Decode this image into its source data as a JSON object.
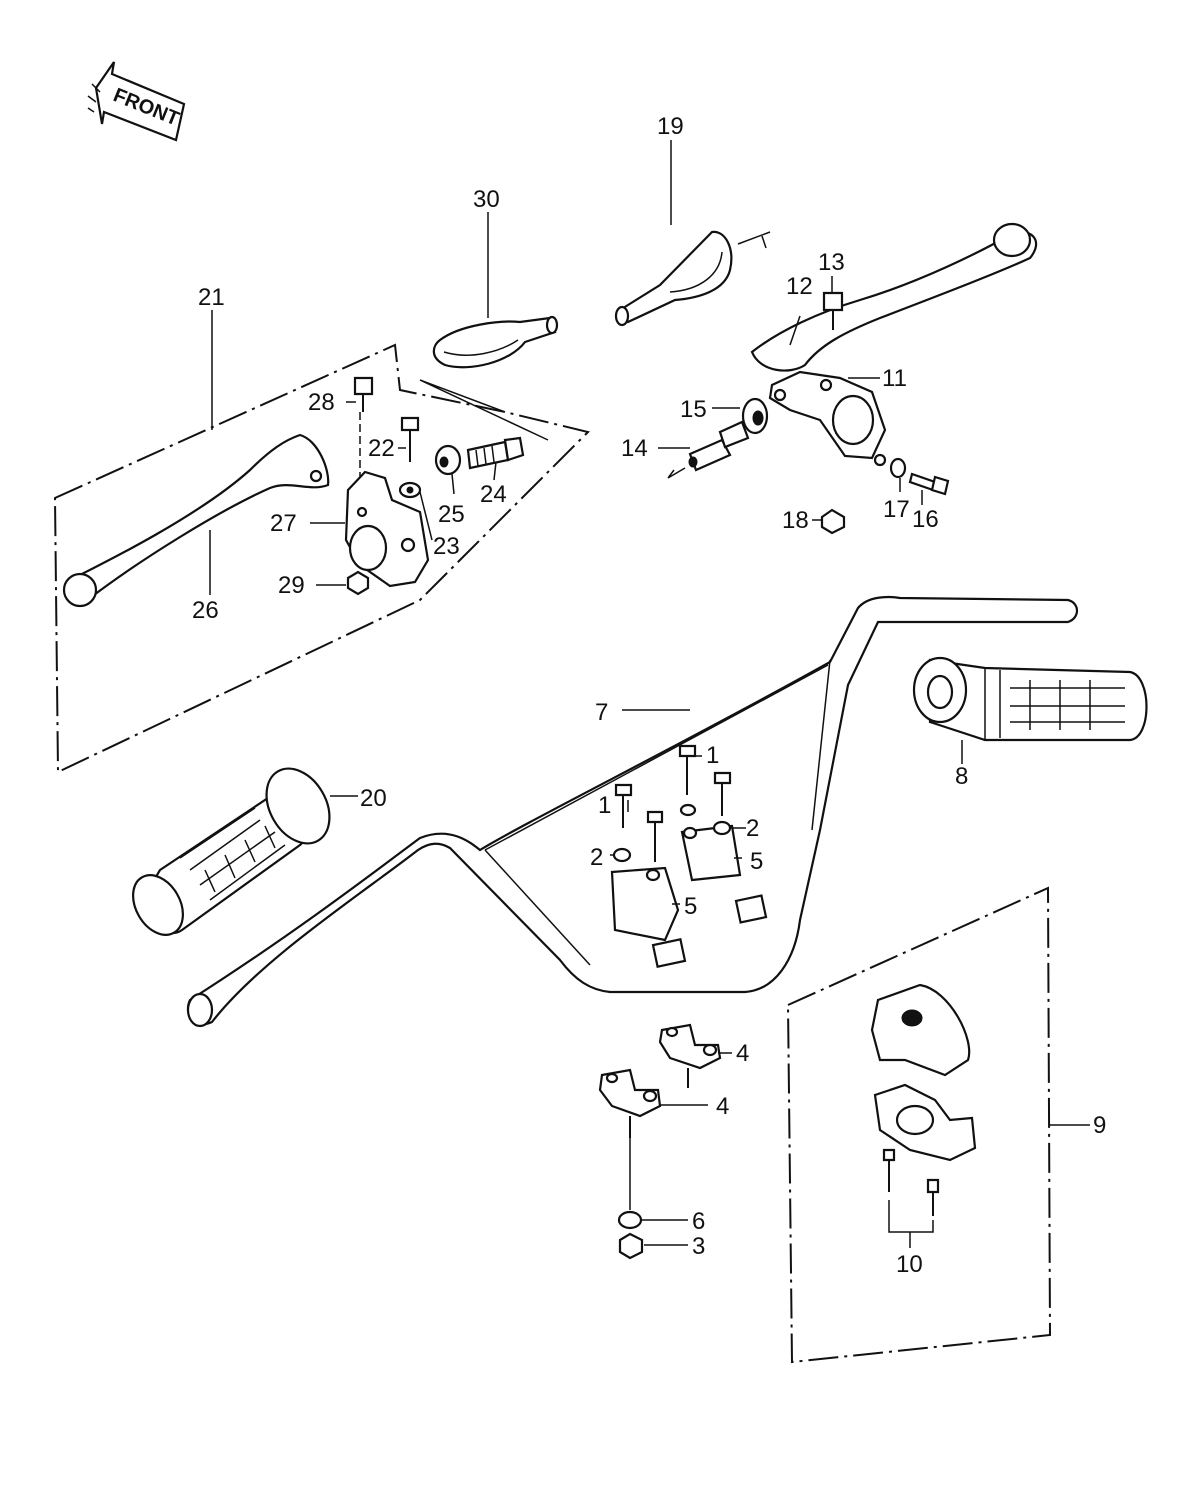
{
  "front_label": "FRONT",
  "callouts": {
    "c1a": "1",
    "c1b": "1",
    "c2a": "2",
    "c2b": "2",
    "c3": "3",
    "c4a": "4",
    "c4b": "4",
    "c5a": "5",
    "c5b": "5",
    "c6": "6",
    "c7": "7",
    "c8": "8",
    "c9": "9",
    "c10": "10",
    "c11": "11",
    "c12": "12",
    "c13": "13",
    "c14": "14",
    "c15": "15",
    "c16": "16",
    "c17": "17",
    "c18": "18",
    "c19": "19",
    "c20": "20",
    "c21": "21",
    "c22": "22",
    "c23": "23",
    "c24": "24",
    "c25": "25",
    "c26": "26",
    "c27": "27",
    "c28": "28",
    "c29": "29",
    "c30": "30"
  }
}
